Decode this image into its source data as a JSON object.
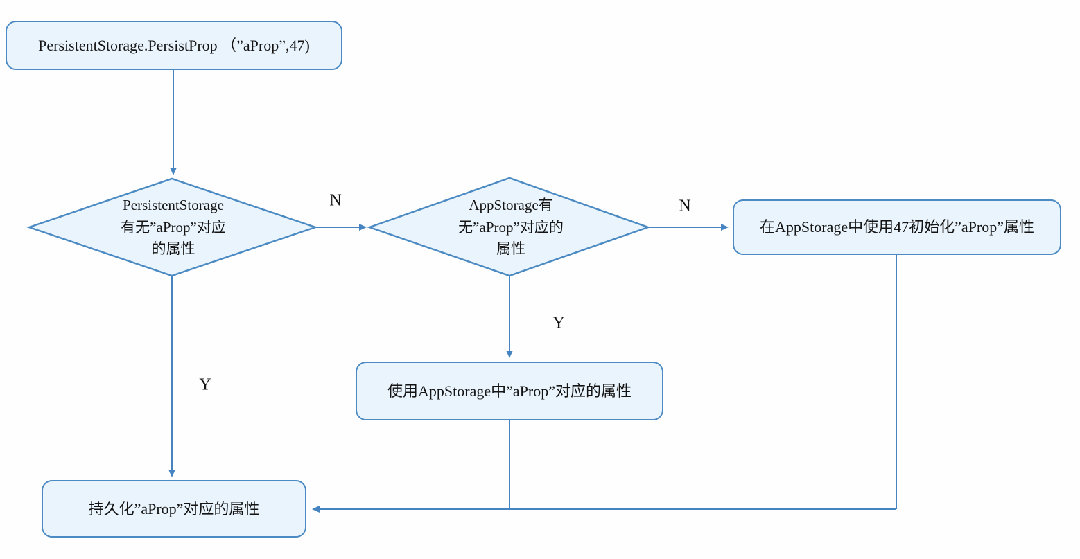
{
  "diagram": {
    "colors": {
      "line": "#4584c1",
      "node_border": "#4b8ac2",
      "node_fill": "#eaf4fc",
      "text": "#141414",
      "bg": "#fefefe"
    },
    "nodes": {
      "start": {
        "label": "PersistentStorage.PersistProp （”aProp”,47)"
      },
      "decision_persistent": {
        "lines": [
          "PersistentStorage",
          "有无”aProp”对应",
          "的属性"
        ]
      },
      "decision_appstorage": {
        "lines": [
          "AppStorage有",
          "无”aProp”对应的",
          "属性"
        ]
      },
      "init_appstorage": {
        "label": "在AppStorage中使用47初始化”aProp”属性"
      },
      "use_appstorage": {
        "label": "使用AppStorage中”aProp”对应的属性"
      },
      "persist_prop": {
        "label": "持久化”aProp”对应的属性"
      }
    },
    "edge_labels": {
      "n1": "N",
      "n2": "N",
      "y1": "Y",
      "y2": "Y"
    }
  }
}
